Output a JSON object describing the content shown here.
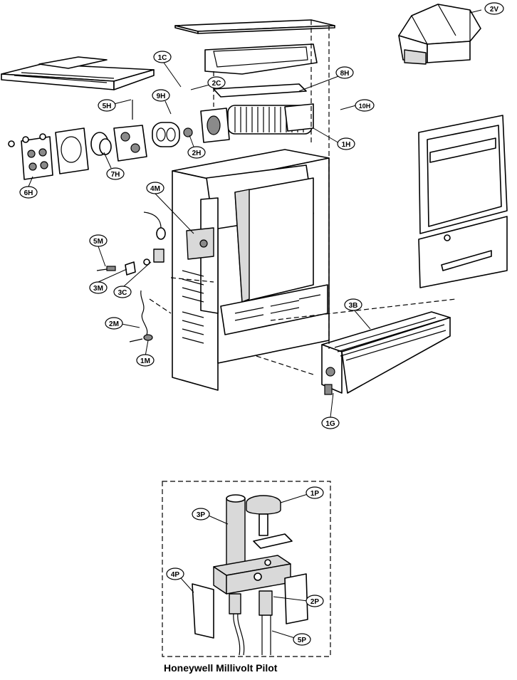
{
  "caption": "Honeywell Millivolt Pilot",
  "callouts": [
    {
      "id": "2V",
      "text": "2V"
    },
    {
      "id": "1C",
      "text": "1C"
    },
    {
      "id": "2C",
      "text": "2C"
    },
    {
      "id": "8H",
      "text": "8H"
    },
    {
      "id": "5H",
      "text": "5H"
    },
    {
      "id": "9H",
      "text": "9H"
    },
    {
      "id": "10H",
      "text": "10H"
    },
    {
      "id": "1H",
      "text": "1H"
    },
    {
      "id": "2H",
      "text": "2H"
    },
    {
      "id": "7H",
      "text": "7H"
    },
    {
      "id": "6H",
      "text": "6H"
    },
    {
      "id": "4M",
      "text": "4M"
    },
    {
      "id": "5M",
      "text": "5M"
    },
    {
      "id": "3M",
      "text": "3M"
    },
    {
      "id": "3C",
      "text": "3C"
    },
    {
      "id": "2M",
      "text": "2M"
    },
    {
      "id": "1M",
      "text": "1M"
    },
    {
      "id": "3B",
      "text": "3B"
    },
    {
      "id": "1G",
      "text": "1G"
    },
    {
      "id": "1P",
      "text": "1P"
    },
    {
      "id": "3P",
      "text": "3P"
    },
    {
      "id": "4P",
      "text": "4P"
    },
    {
      "id": "2P",
      "text": "2P"
    },
    {
      "id": "5P",
      "text": "5P"
    }
  ]
}
